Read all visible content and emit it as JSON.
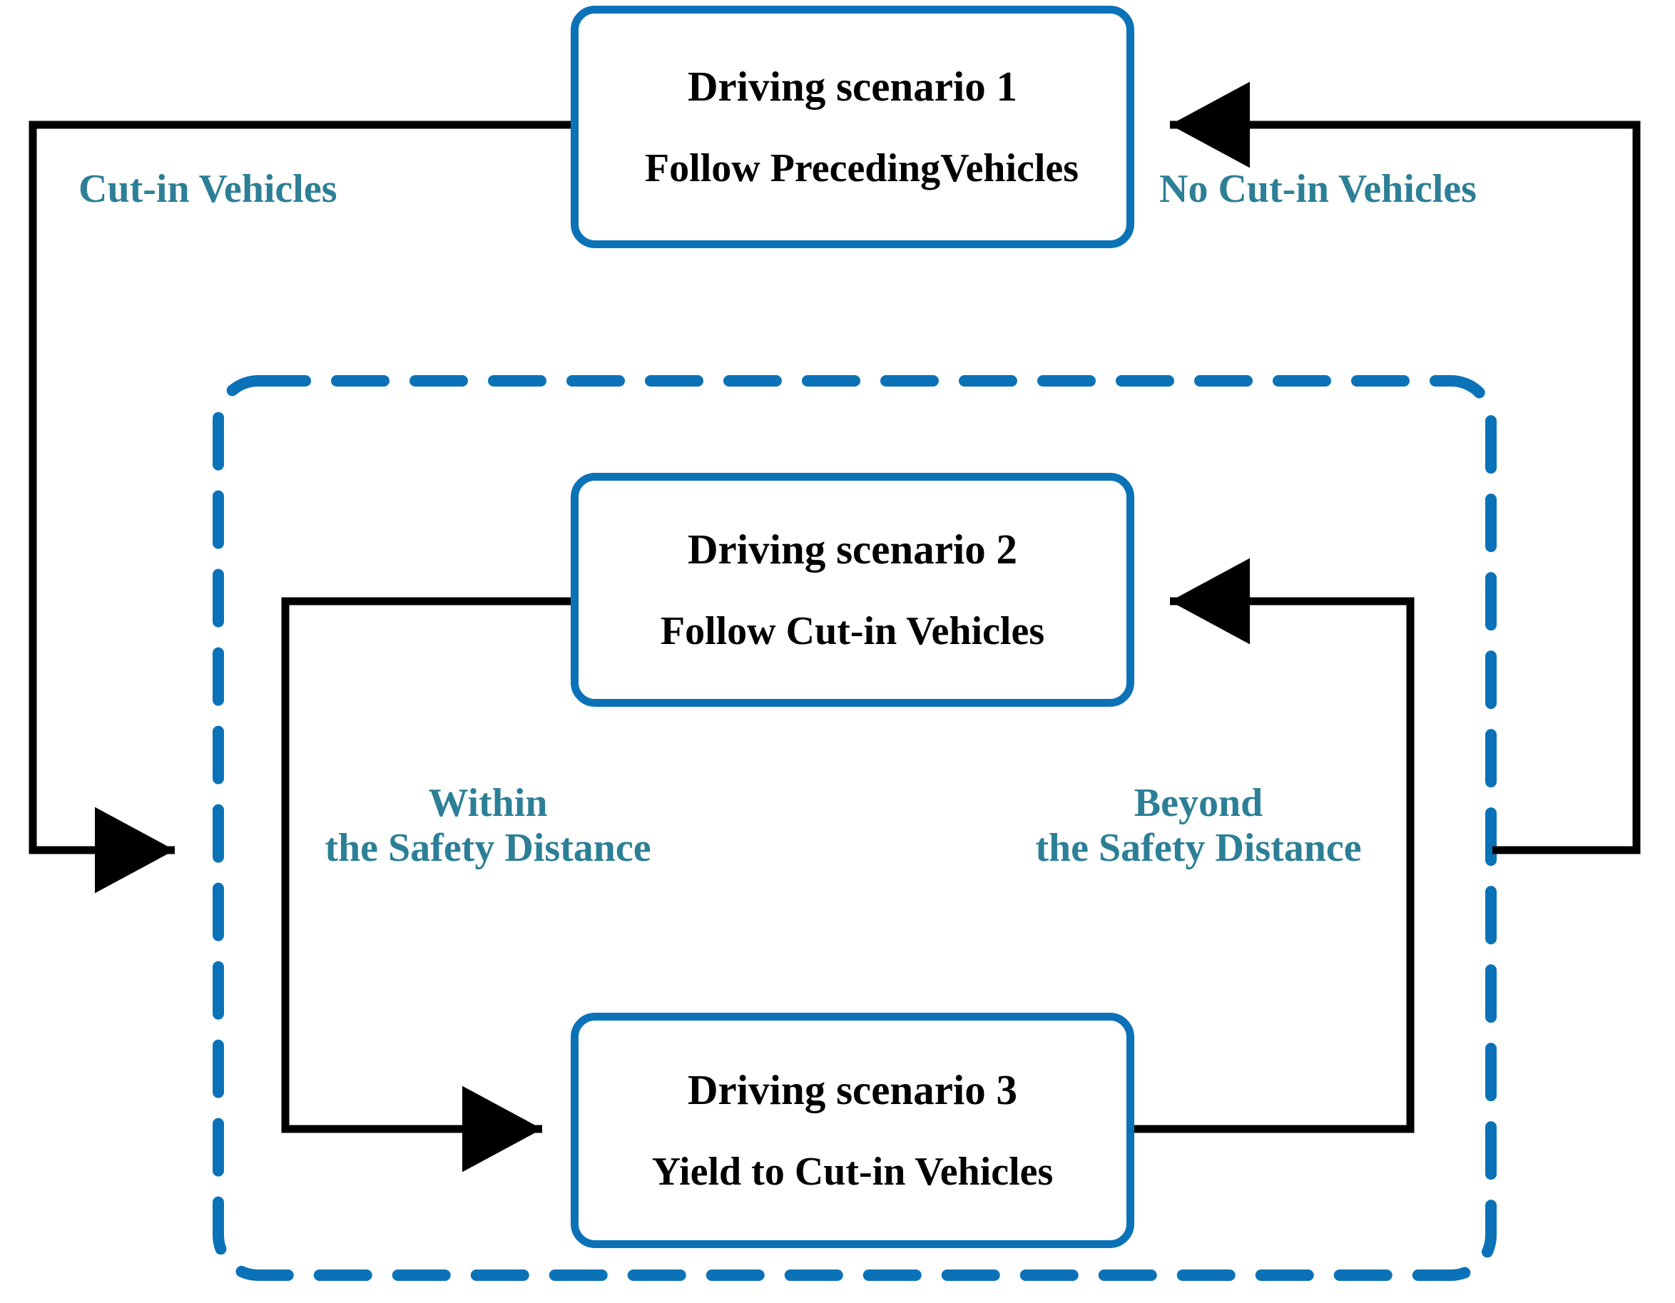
{
  "diagram": {
    "title": "Driving scenario state transition flow",
    "colors": {
      "box_border": "#0b72b8",
      "dashed_group": "#0b72b8",
      "edge_label_text": "#2c7f96",
      "connector": "#000000",
      "node_text": "#000000",
      "background": "#ffffff"
    },
    "nodes": [
      {
        "id": "scenario-1",
        "title": "Driving scenario 1",
        "subtitle": "Follow PrecedingVehicles"
      },
      {
        "id": "scenario-2",
        "title": "Driving scenario 2",
        "subtitle": "Follow Cut-in Vehicles"
      },
      {
        "id": "scenario-3",
        "title": "Driving scenario 3",
        "subtitle": "Yield to Cut-in Vehicles"
      }
    ],
    "edge_labels": [
      {
        "id": "cut-in-vehicles",
        "line1": "Cut-in Vehicles",
        "line2": ""
      },
      {
        "id": "no-cut-in-vehicles",
        "line1": "No Cut-in Vehicles",
        "line2": ""
      },
      {
        "id": "within-safety",
        "line1": "Within",
        "line2": "the Safety Distance"
      },
      {
        "id": "beyond-safety",
        "line1": "Beyond",
        "line2": "the Safety Distance"
      }
    ],
    "group": {
      "id": "cut-in-handling-group",
      "style": "dashed-rounded-rectangle"
    }
  }
}
